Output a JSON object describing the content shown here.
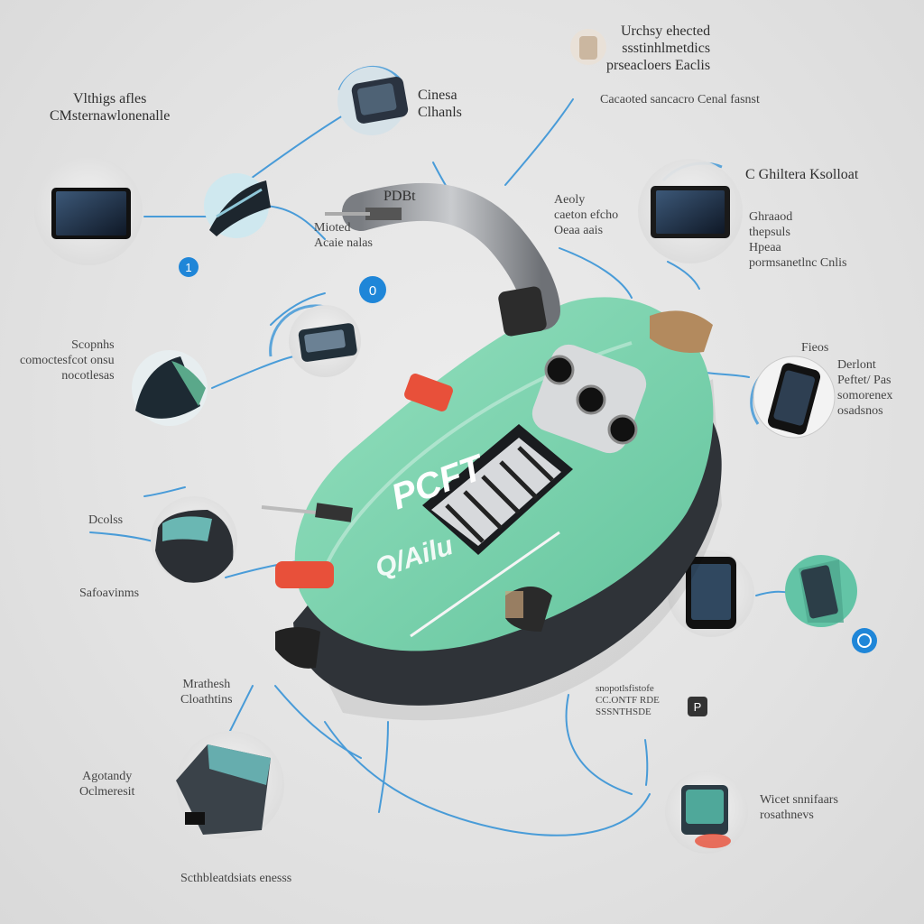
{
  "callouts": [
    {
      "id": "top-left-title",
      "lines": [
        "Vlthigs  afles",
        "CMsternawlonenalle"
      ]
    },
    {
      "id": "top-center",
      "lines": [
        "Cinesa",
        "Clhanls"
      ]
    },
    {
      "id": "top-right",
      "lines": [
        "Urchsy ehected",
        "ssstinhlmetdics",
        "prseacloers Eaclis"
      ]
    },
    {
      "id": "top-right-sub",
      "lines": [
        "Cacaoted sancacro Cenal fasnst"
      ]
    },
    {
      "id": "plug-label",
      "lines": [
        "PDBt"
      ]
    },
    {
      "id": "cable-label",
      "lines": [
        "Mioted",
        "Acaie nalas"
      ]
    },
    {
      "id": "center-right",
      "lines": [
        "Aeoly",
        "caeton efcho",
        "Oeaa aais"
      ]
    },
    {
      "id": "right-upper",
      "lines": [
        "C Ghiltera Ksolloat"
      ]
    },
    {
      "id": "right-upper-detail",
      "lines": [
        "Ghraaod",
        "thepsuls",
        "Hpeaa",
        "pormsanetlnc Cnlis"
      ]
    },
    {
      "id": "left-middle",
      "lines": [
        "Scopnhs",
        "comoctesfcot onsu",
        "nocotlesas"
      ]
    },
    {
      "id": "right-middle-title",
      "lines": [
        "Fieos"
      ]
    },
    {
      "id": "right-middle",
      "lines": [
        "Derlont",
        "Peftet/ Pas",
        "somorenex",
        "osadsnos"
      ]
    },
    {
      "id": "left-lower",
      "lines": [
        "Dcolss"
      ]
    },
    {
      "id": "left-lower-2",
      "lines": [
        "Safoavinms"
      ]
    },
    {
      "id": "bottom-left-1",
      "lines": [
        "Mrathesh",
        "Cloathtins"
      ]
    },
    {
      "id": "bottom-left-2",
      "lines": [
        "Agotandy",
        "Oclmeresit"
      ]
    },
    {
      "id": "bottom-center",
      "lines": [
        "Scthbleatdsiats enesss"
      ]
    },
    {
      "id": "bottom-center-right",
      "lines": [
        "snopotlsfistofe",
        "CC.ONTF RDE",
        "SSSNTHSDE"
      ]
    },
    {
      "id": "bottom-right",
      "lines": [
        "Wicet snnifaars",
        "rosathnevs"
      ]
    }
  ],
  "device": {
    "text_1": "PCFT",
    "text_2": "Q/Ailu"
  },
  "markers": {
    "left": "1",
    "center": "0",
    "right": "P"
  },
  "colors": {
    "device": "#7fd3ad",
    "wire": "#2e8fd6",
    "badge": "#1f86d8",
    "accent": "#e8503a"
  }
}
